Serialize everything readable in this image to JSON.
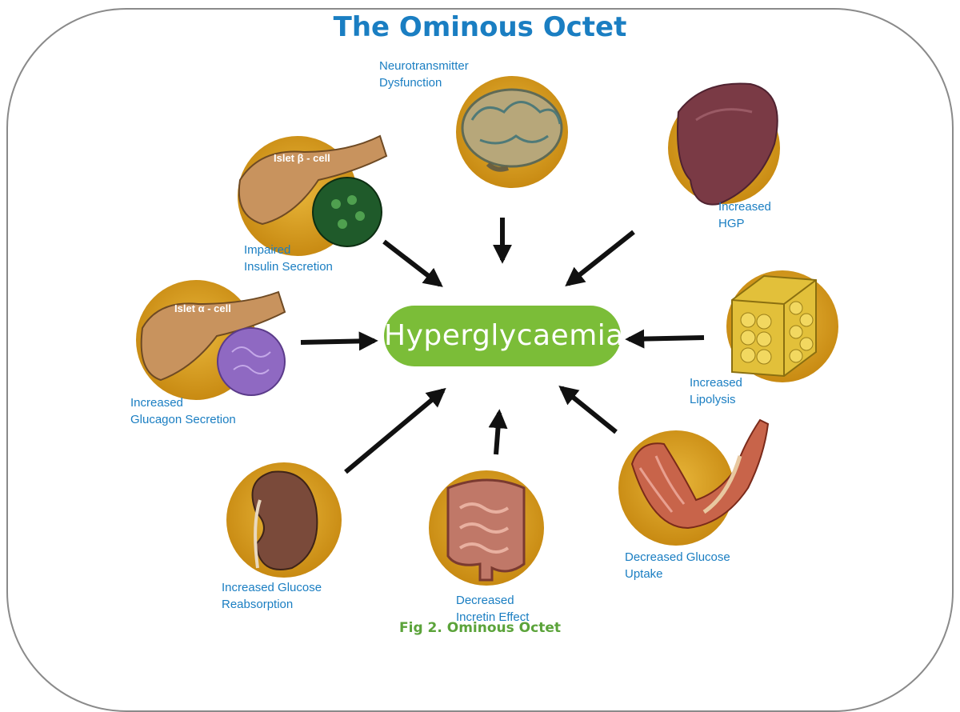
{
  "title": "The Ominous Octet",
  "center": "Hyperglycaemia",
  "caption": "Fig 2. Ominous Octet",
  "colors": {
    "title": "#1a7ec2",
    "label": "#1a7ec2",
    "center_fill": "#7bbd38",
    "caption": "#5ba33a",
    "circle": "#d9a023",
    "arrow": "#111111"
  },
  "nodes": {
    "neurotransmitter": {
      "line1": "Neurotransmitter",
      "line2": "Dysfunction",
      "icon": "brain-icon"
    },
    "hgp": {
      "line1": "Increased",
      "line2": "HGP",
      "icon": "liver-icon"
    },
    "lipolysis": {
      "line1": "Increased",
      "line2": "Lipolysis",
      "icon": "fat-cells-icon"
    },
    "glucose_uptake": {
      "line1": "Decreased Glucose",
      "line2": "Uptake",
      "icon": "muscle-arm-icon"
    },
    "incretin": {
      "line1": "Decreased",
      "line2": "Incretin Effect",
      "icon": "intestine-icon"
    },
    "reabsorption": {
      "line1": "Increased Glucose",
      "line2": "Reabsorption",
      "icon": "kidney-icon"
    },
    "glucagon": {
      "line1": "Increased",
      "line2": "Glucagon Secretion",
      "icon": "pancreas-alpha-icon",
      "tag": "Islet  α -  cell"
    },
    "insulin": {
      "line1": "Impaired",
      "line2": "Insulin Secretion",
      "icon": "pancreas-beta-icon",
      "tag": "Islet  β -  cell"
    }
  }
}
